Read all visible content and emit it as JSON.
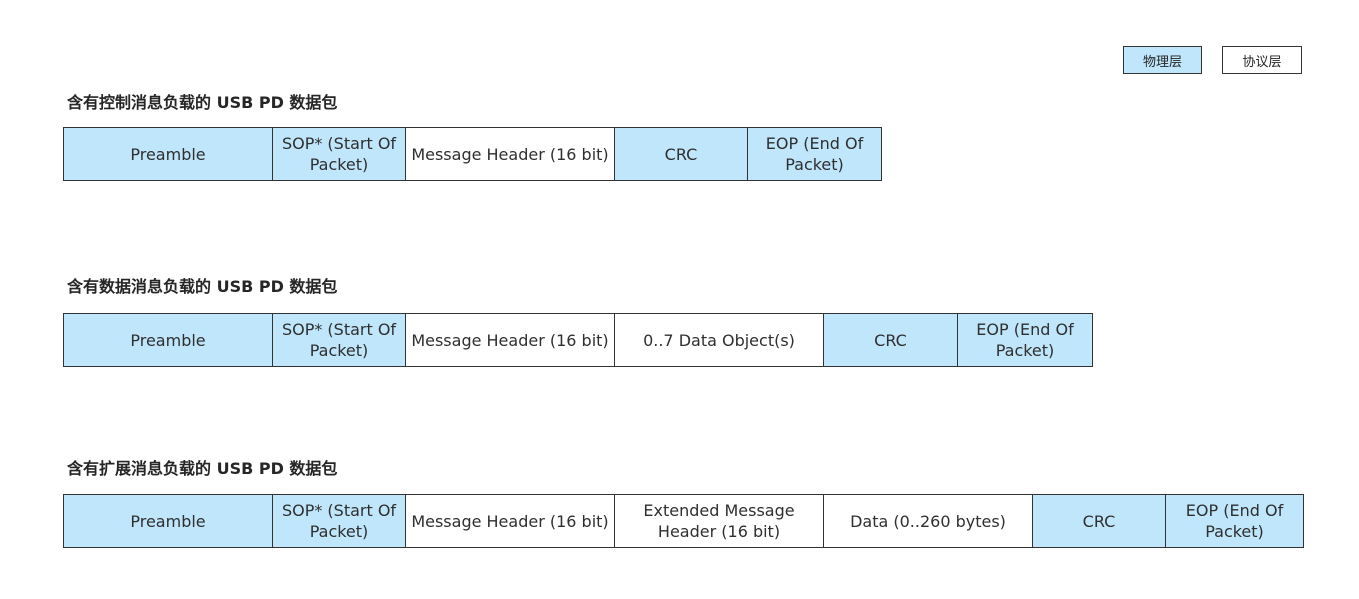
{
  "legend": {
    "physical_layer": "物理层",
    "protocol_layer": "协议层"
  },
  "colors": {
    "physical_layer": "#bfe6fb",
    "protocol_layer": "#ffffff",
    "border": "#333333"
  },
  "packets": [
    {
      "title": "含有控制消息负载的 USB PD 数据包",
      "fields": [
        {
          "label": "Preamble",
          "layer": "physical"
        },
        {
          "label": "SOP* (Start Of Packet)",
          "layer": "physical"
        },
        {
          "label": "Message Header (16 bit)",
          "layer": "protocol"
        },
        {
          "label": "CRC",
          "layer": "physical"
        },
        {
          "label": "EOP (End Of Packet)",
          "layer": "physical"
        }
      ]
    },
    {
      "title": "含有数据消息负载的 USB PD 数据包",
      "fields": [
        {
          "label": "Preamble",
          "layer": "physical"
        },
        {
          "label": "SOP* (Start Of Packet)",
          "layer": "physical"
        },
        {
          "label": "Message Header (16 bit)",
          "layer": "protocol"
        },
        {
          "label": "0..7 Data Object(s)",
          "layer": "protocol"
        },
        {
          "label": "CRC",
          "layer": "physical"
        },
        {
          "label": "EOP (End Of Packet)",
          "layer": "physical"
        }
      ]
    },
    {
      "title": "含有扩展消息负载的 USB PD 数据包",
      "fields": [
        {
          "label": "Preamble",
          "layer": "physical"
        },
        {
          "label": "SOP* (Start Of Packet)",
          "layer": "physical"
        },
        {
          "label": "Message Header (16 bit)",
          "layer": "protocol"
        },
        {
          "label": "Extended Message Header (16 bit)",
          "layer": "protocol"
        },
        {
          "label": "Data (0..260 bytes)",
          "layer": "protocol"
        },
        {
          "label": "CRC",
          "layer": "physical"
        },
        {
          "label": "EOP (End Of Packet)",
          "layer": "physical"
        }
      ]
    }
  ]
}
